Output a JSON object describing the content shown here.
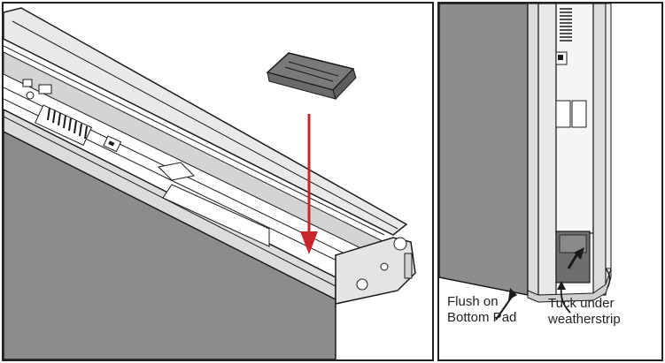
{
  "figure": {
    "panels": [
      {
        "id": "left",
        "description_label": ""
      },
      {
        "id": "right",
        "description_label": ""
      }
    ],
    "callouts": {
      "flush": {
        "line1": "Flush on",
        "line2": "Bottom Pad"
      },
      "tuck": {
        "line1": "Tuck under",
        "line2": "weatherstrip"
      }
    },
    "colors": {
      "arrow": "#c8262a",
      "fabric": "#8c8c8c",
      "rail": "#e6e6e6",
      "outline": "#1a1a1a",
      "pad": "#7a7a7a"
    }
  }
}
